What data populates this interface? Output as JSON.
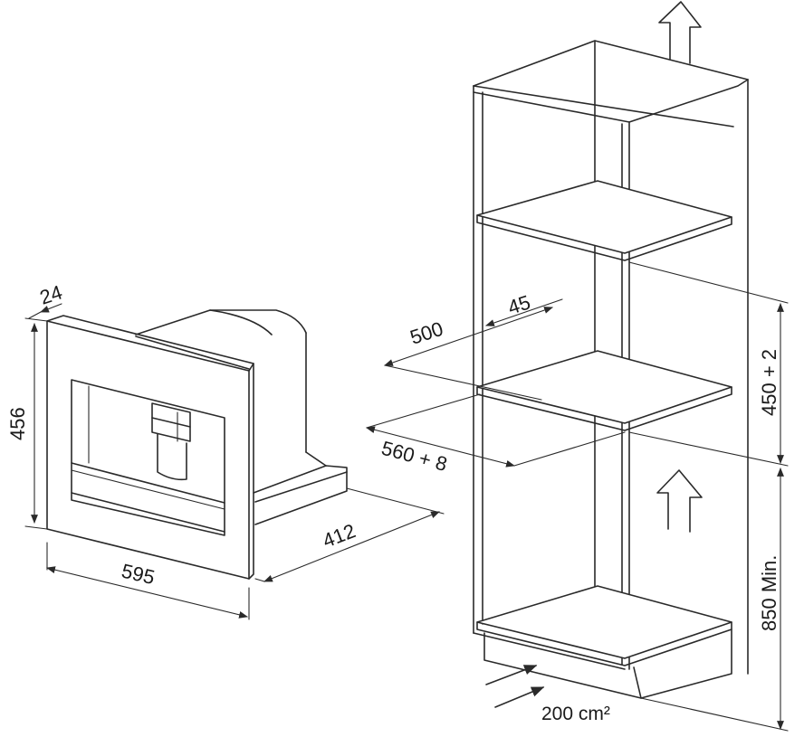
{
  "dimensions": {
    "panel_thickness": "24",
    "appliance_height": "456",
    "appliance_width": "595",
    "appliance_depth": "412",
    "niche_offset": "45",
    "niche_depth": "500",
    "niche_width": "560 + 8",
    "niche_height": "450 + 2",
    "niche_floor_height": "850 Min.",
    "ventilation_area": "200 cm²"
  }
}
